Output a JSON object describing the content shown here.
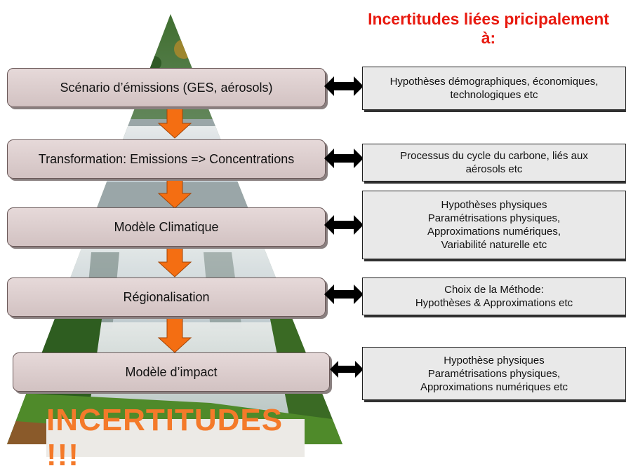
{
  "heading": {
    "line1": "Incertitudes liées pricipalement",
    "line2": "à:"
  },
  "stages": [
    "Scénario d’émissions (GES, aérosols)",
    "Transformation: Emissions => Concentrations",
    "Modèle Climatique",
    "Régionalisation",
    "Modèle d’impact"
  ],
  "sources": [
    [
      "Hypothèses démographiques, économiques,",
      "technologiques etc"
    ],
    [
      "Processus du cycle du carbone, liés aux",
      "aérosols etc"
    ],
    [
      "Hypothèses physiques",
      "Paramétrisations physiques,",
      "Approximations numériques,",
      "Variabilité naturelle etc"
    ],
    [
      "Choix de la Méthode:",
      "Hypothèses & Approximations etc"
    ],
    [
      "Hypothèse physiques",
      "Paramétrisations physiques,",
      "Approximations numériques etc"
    ]
  ],
  "banner": "INCERTITUDES !!!",
  "colors": {
    "heading": "#e81a10",
    "arrow": "#f46e12",
    "banner_text": "#f47a2a"
  }
}
